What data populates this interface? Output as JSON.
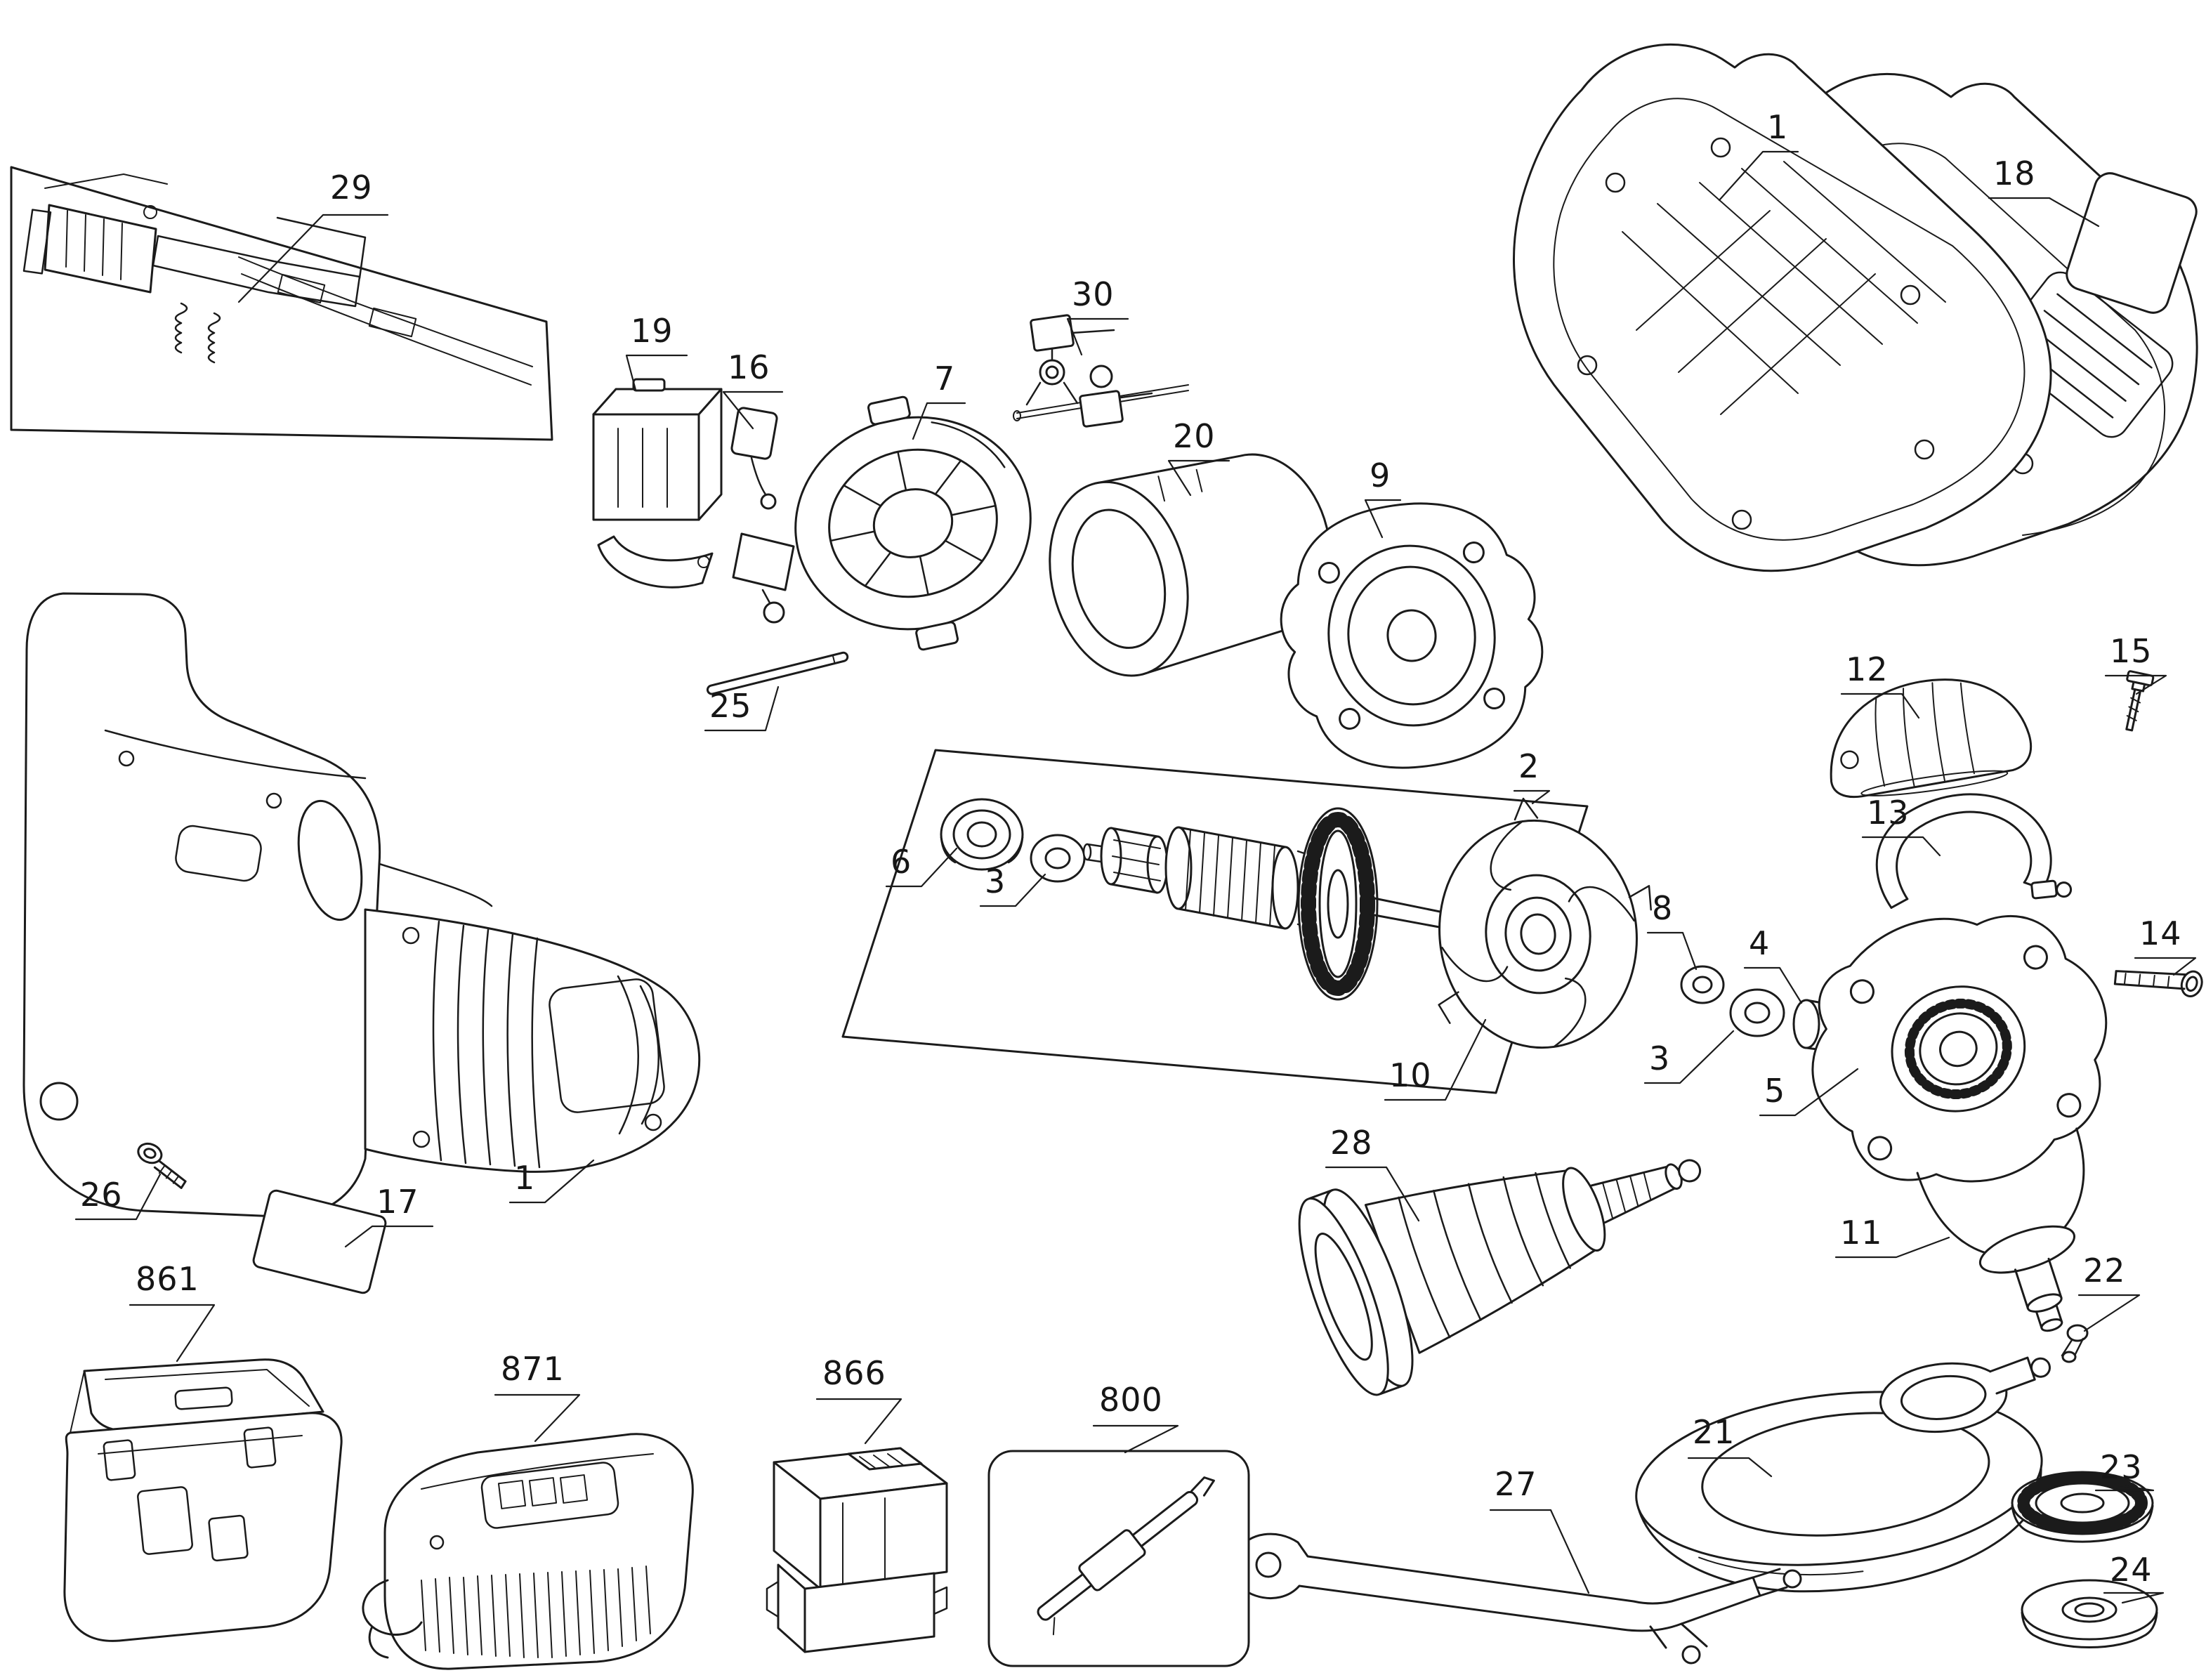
{
  "diagram": {
    "background_color": "#ffffff",
    "line_color": "#1b1b1b",
    "callouts": [
      {
        "label": "29"
      },
      {
        "label": "19"
      },
      {
        "label": "16"
      },
      {
        "label": "7"
      },
      {
        "label": "30"
      },
      {
        "label": "20"
      },
      {
        "label": "9"
      },
      {
        "label": "1"
      },
      {
        "label": "18"
      },
      {
        "label": "12"
      },
      {
        "label": "15"
      },
      {
        "label": "13"
      },
      {
        "label": "2"
      },
      {
        "label": "6"
      },
      {
        "label": "3"
      },
      {
        "label": "8"
      },
      {
        "label": "4"
      },
      {
        "label": "3"
      },
      {
        "label": "5"
      },
      {
        "label": "10"
      },
      {
        "label": "14"
      },
      {
        "label": "25"
      },
      {
        "label": "11"
      },
      {
        "label": "22"
      },
      {
        "label": "28"
      },
      {
        "label": "1"
      },
      {
        "label": "17"
      },
      {
        "label": "26"
      },
      {
        "label": "861"
      },
      {
        "label": "871"
      },
      {
        "label": "866"
      },
      {
        "label": "800"
      },
      {
        "label": "21"
      },
      {
        "label": "27"
      },
      {
        "label": "23"
      },
      {
        "label": "24"
      }
    ]
  }
}
